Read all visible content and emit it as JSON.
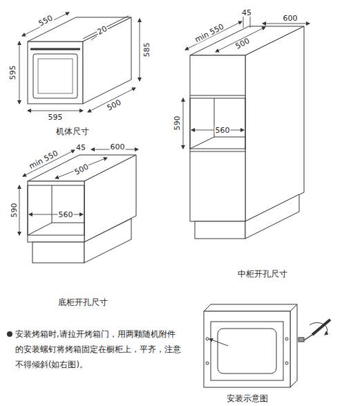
{
  "diagram": {
    "labels": [
      "550",
      "20",
      "595",
      "585",
      "595",
      "500",
      "机体尺寸",
      "min 550",
      "45",
      "600",
      "500",
      "590",
      "560",
      "中柜开孔尺寸",
      "min 550",
      "45",
      "600",
      "500",
      "590",
      "560",
      "底柜开孔尺寸",
      "安装烤箱时,请拉开烤箱门，用两颗随机附件的安装螺钉将烤箱固定在橱柜上，平齐，注意不得倾斜(如右图)。",
      "安装示意图"
    ]
  }
}
